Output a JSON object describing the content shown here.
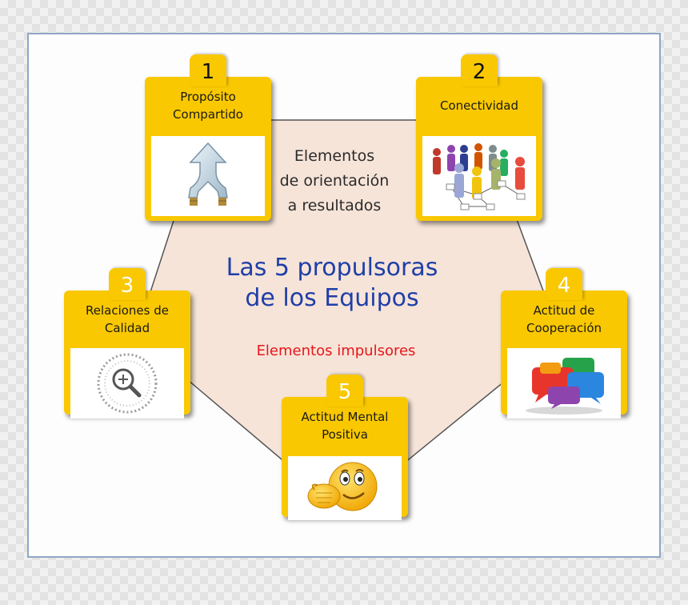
{
  "center": {
    "title_line1": "Las 5 propulsoras",
    "title_line2": "de los Equipos",
    "subtitle": "Elementos impulsores"
  },
  "orientation": {
    "line1": "Elementos",
    "line2": "de orientación",
    "line3": "a resultados"
  },
  "nodes": [
    {
      "number": "1",
      "label_line1": "Propósito",
      "label_line2": "Compartido",
      "icon": "merging-arrow-icon"
    },
    {
      "number": "2",
      "label_line1": "Conectividad",
      "label_line2": "",
      "icon": "people-network-icon"
    },
    {
      "number": "3",
      "label_line1": "Relaciones de",
      "label_line2": "Calidad",
      "icon": "magnifier-icon"
    },
    {
      "number": "4",
      "label_line1": "Actitud de",
      "label_line2": "Cooperación",
      "icon": "speech-bubbles-icon"
    },
    {
      "number": "5",
      "label_line1": "Actitud Mental",
      "label_line2": "Positiva",
      "icon": "smiley-thumbs-up-icon"
    }
  ],
  "colors": {
    "card": "#f9c800",
    "pentagon": "#f6e4d8",
    "title": "#1f3fa8",
    "subtitle": "#e8161b"
  }
}
